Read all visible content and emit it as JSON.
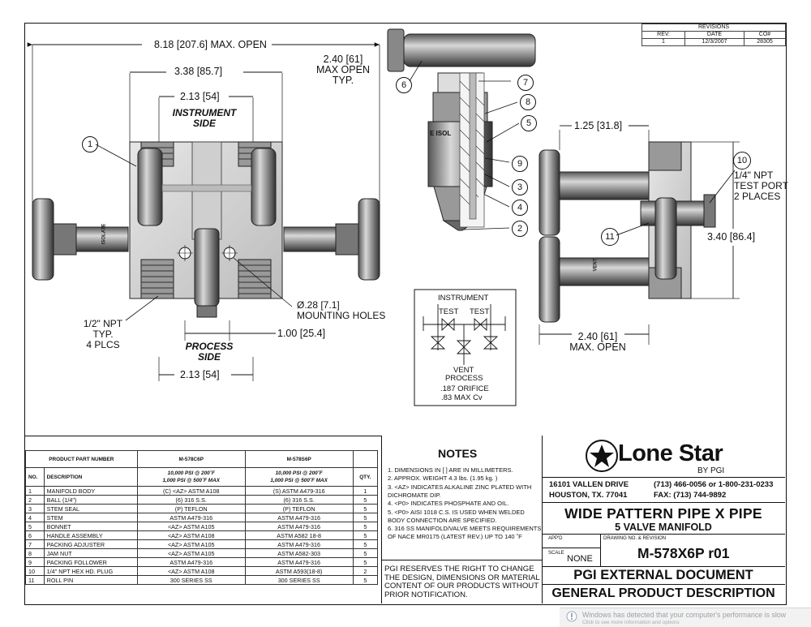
{
  "revisions": {
    "title": "REVISIONS",
    "headers": [
      "REV.",
      "DATE",
      "CO#"
    ],
    "rows": [
      [
        "1",
        "12/3/2007",
        "28305"
      ]
    ]
  },
  "dimensions": {
    "overall_open": "8.18 [207.6] MAX. OPEN",
    "d_338": "3.38 [85.7]",
    "d_213_top": "2.13 [54]",
    "d_240_top_1": "2.40 [61]",
    "d_240_top_2": "MAX OPEN",
    "d_240_top_3": "TYP.",
    "instrument_side_1": "INSTRUMENT",
    "instrument_side_2": "SIDE",
    "npt_1": "1/2\" NPT",
    "npt_2": "TYP.",
    "npt_3": "4 PLCS",
    "process_side_1": "PROCESS",
    "process_side_2": "SIDE",
    "d_213_bottom": "2.13 [54]",
    "d_100": "1.00 [25.4]",
    "mounting_1": "Ø.28 [7.1]",
    "mounting_2": "MOUNTING HOLES",
    "d_125": "1.25 [31.8]",
    "test_port_1": "1/4\" NPT",
    "test_port_2": "TEST PORT",
    "test_port_3": "2 PLACES",
    "d_340": "3.40 [86.4]",
    "d_240_right_1": "2.40 [61]",
    "d_240_right_2": "MAX. OPEN"
  },
  "balloons": {
    "b1": "1",
    "b2": "2",
    "b3": "3",
    "b4": "4",
    "b5": "5",
    "b6": "6",
    "b7": "7",
    "b8": "8",
    "b9": "9",
    "b10": "10",
    "b11": "11"
  },
  "schematic": {
    "instrument": "INSTRUMENT",
    "test_left": "TEST",
    "test_right": "TEST",
    "vent": "VENT",
    "process": "PROCESS",
    "orifice": ".187 ORIFICE",
    "cv": ".83 MAX Cv"
  },
  "valve_labels": {
    "isolate": "ISOLATE",
    "vent": "VENT",
    "iso": "E ISOL"
  },
  "parts_table": {
    "header_ppn": "PRODUCT PART NUMBER",
    "model_1": "M-578C6P",
    "model_2": "M-578S6P",
    "col_no": "NO.",
    "col_desc": "DESCRIPTION",
    "rating_1a": "10,000 PSI @ 200˚F",
    "rating_1b": "1,000 PSI @ 500˚F MAX",
    "rating_2a": "10,000 PSI @ 200˚F",
    "rating_2b": "1,000 PSI @ 500˚F MAX",
    "col_qty": "QTY.",
    "rows": [
      [
        "1",
        "MANIFOLD BODY",
        "(C)  <AZ> ASTM A108",
        "(S)    ASTM A479-316",
        "1"
      ],
      [
        "2",
        "BALL (1/4\")",
        "(6)  316 S.S.",
        "(6)  316 S.S.",
        "5"
      ],
      [
        "3",
        "STEM SEAL",
        "(P)   TEFLON",
        "(P)   TEFLON",
        "5"
      ],
      [
        "4",
        "STEM",
        "ASTM A479-316",
        "ASTM A479-316",
        "5"
      ],
      [
        "5",
        "BONNET",
        "<AZ> ASTM A105",
        "ASTM A479-316",
        "5"
      ],
      [
        "6",
        "HANDLE ASSEMBLY",
        "<AZ> ASTM A108",
        "ASTM A582 18-8",
        "5"
      ],
      [
        "7",
        "PACKING ADJUSTER",
        "<AZ> ASTM A105",
        "ASTM A479-316",
        "5"
      ],
      [
        "8",
        "JAM NUT",
        "<AZ> ASTM A105",
        "ASTM A582-303",
        "5"
      ],
      [
        "9",
        "PACKING FOLLOWER",
        "ASTM A479-316",
        "ASTM A479-316",
        "5"
      ],
      [
        "10",
        "1/4\" NPT HEX HD. PLUG",
        "<AZ> ASTM A108",
        "ASTM A593(18-8)",
        "2"
      ],
      [
        "11",
        "ROLL PIN",
        "300 SERIES SS",
        "300 SERIES SS",
        "5"
      ]
    ]
  },
  "notes": {
    "title": "NOTES",
    "lines": [
      "1.  DIMENSIONS IN [  ] ARE IN MILLIMETERS.",
      "2.  APPROX. WEIGHT 4.3 lbs. (1.95 kg. )",
      "3.  <AZ> INDICATES ALKALINE ZINC PLATED WITH",
      "      DICHROMATE DIP.",
      "4.  <P0> INDICATES PHOSPHATE AND OIL.",
      "5.  <P0> AISI 1018 C.S. IS USED WHEN WELDED",
      "      BODY CONNECTION ARE SPECIFIED.",
      "6.  316 SS MANIFOLD/VALVE MEETS REQUIREMENTS",
      "      OF NACE MR0175 (LATEST REV.) UP TO 140 ˚F"
    ],
    "disclaimer": [
      "PGI RESERVES THE RIGHT TO CHANGE",
      "THE DESIGN, DIMENSIONS OR MATERIAL",
      "CONTENT OF OUR PRODUCTS WITHOUT",
      "PRIOR NOTIFICATION."
    ]
  },
  "title_block": {
    "brand": "Lone Star",
    "by": "BY PGI",
    "address_1": "16101 VALLEN DRIVE",
    "address_2": "HOUSTON, TX. 77041",
    "phone": "(713) 466-0056 or 1-800-231-0233",
    "fax": "FAX: (713) 744-9892",
    "title_1": "WIDE PATTERN PIPE X PIPE",
    "title_2": "5 VALVE MANIFOLD",
    "appd": "APP'D",
    "drawing_no_label": "DRAWING NO. & REVISION",
    "scale_label": "SCALE",
    "scale": "NONE",
    "drawing_no": "M-578X6P r01",
    "doc_1": "PGI EXTERNAL DOCUMENT",
    "doc_2": "GENERAL PRODUCT DESCRIPTION"
  },
  "os_toast": {
    "message": "Windows has detected that your computer's performance is slow",
    "sub": "Click to see more information and options"
  }
}
